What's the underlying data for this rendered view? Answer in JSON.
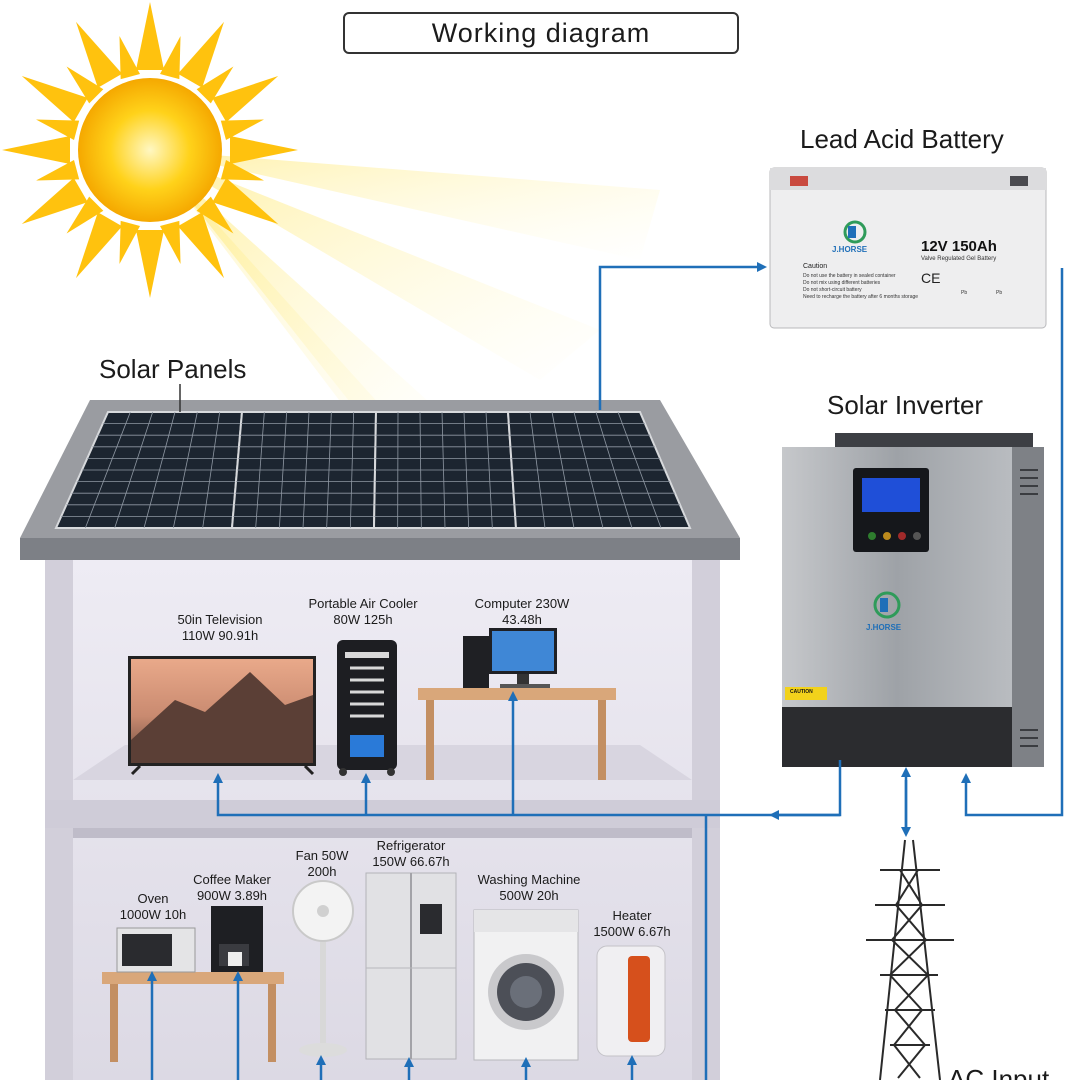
{
  "title": "Working diagram",
  "components": {
    "solar_panels": "Solar Panels",
    "battery": "Lead Acid Battery",
    "inverter": "Solar Inverter",
    "ac_input": "AC Input"
  },
  "battery_label": {
    "brand": "J.HORSE",
    "rating": "12V 150Ah",
    "subtitle": "Valve Regulated Gel Battery",
    "caution": "Caution",
    "warnings": [
      "Do not use the battery in sealed container",
      "Do not mix using different batteries",
      "Do not short-circuit battery",
      "Need to recharge the battery after 6 months storage"
    ],
    "marks": [
      "CE",
      "Pb",
      "Pb"
    ]
  },
  "inverter_label": {
    "brand": "J.HORSE",
    "caution": "CAUTION"
  },
  "appliances_floor1": [
    {
      "name": "50in Television",
      "spec": "110W  90.91h"
    },
    {
      "name": "Portable Air Cooler",
      "spec": "80W  125h"
    },
    {
      "name": "Computer 230W",
      "spec": "43.48h"
    }
  ],
  "appliances_floor2": [
    {
      "name": "Oven",
      "spec": "1000W  10h"
    },
    {
      "name": "Coffee Maker",
      "spec": "900W  3.89h"
    },
    {
      "name": "Fan 50W",
      "spec": "200h"
    },
    {
      "name": "Refrigerator",
      "spec": "150W  66.67h"
    },
    {
      "name": "Washing Machine",
      "spec": "500W  20h"
    },
    {
      "name": "Heater",
      "spec": "1500W  6.67h"
    }
  ],
  "colors": {
    "wire": "#1f6fb8",
    "sun": "#ffc20e",
    "roof": "#8a8d92",
    "panel": "#1c2530",
    "house_wall": "#e4e2ea"
  }
}
